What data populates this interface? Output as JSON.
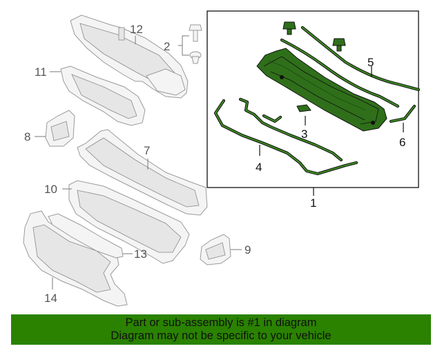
{
  "callouts": {
    "n1": "1",
    "n2": "2",
    "n3": "3",
    "n4": "4",
    "n5": "5",
    "n6": "6",
    "n7": "7",
    "n8": "8",
    "n9": "9",
    "n10": "10",
    "n11": "11",
    "n12": "12",
    "n13": "13",
    "n14": "14"
  },
  "footer": {
    "line1": "Part or sub-assembly is #1 in diagram",
    "line2": "Diagram may not be specific to your vehicle"
  },
  "colors": {
    "highlight": "#2f6f1a",
    "footer_bg": "#2a8200"
  }
}
